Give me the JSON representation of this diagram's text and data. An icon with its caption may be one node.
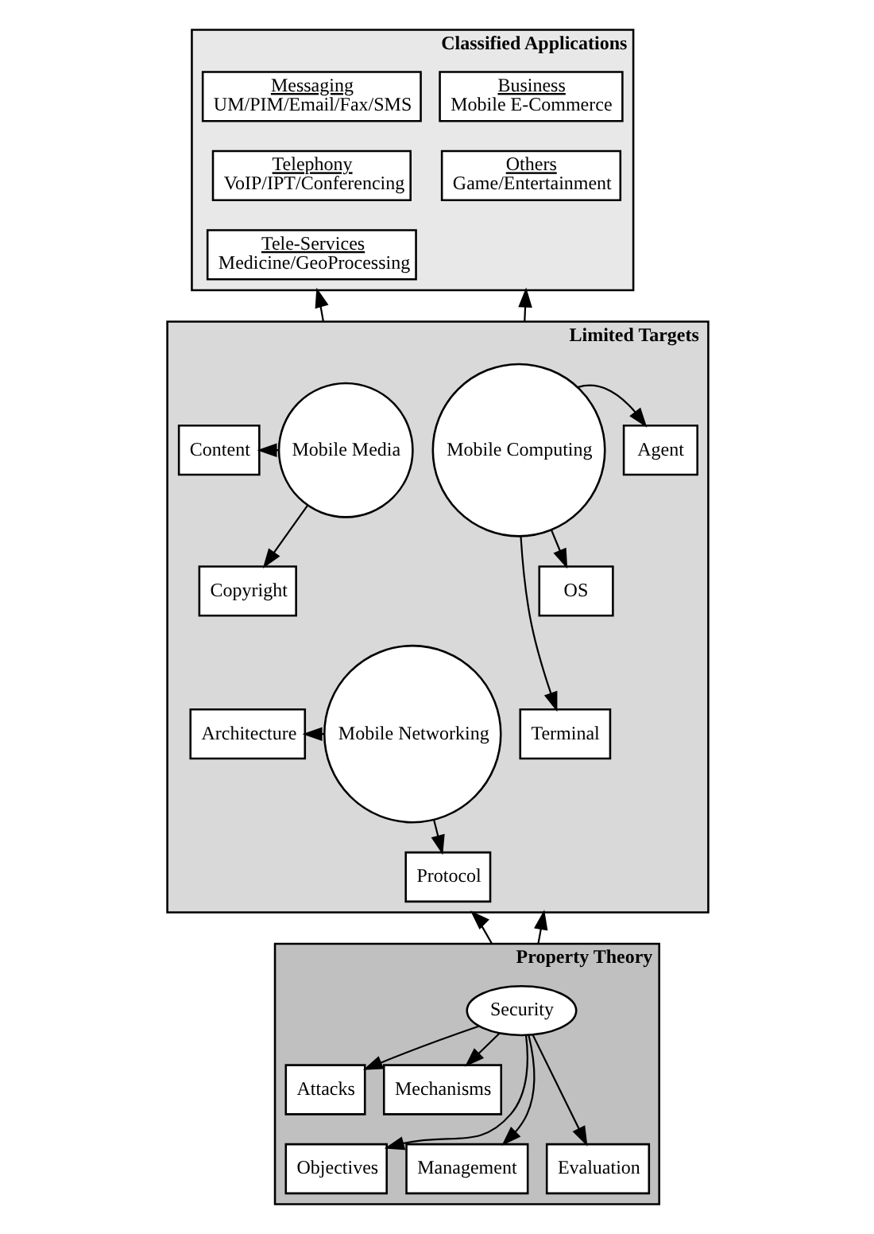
{
  "diagram": {
    "nodes": [
      {
        "text": [
          "Classified Applications"
        ]
      },
      {
        "text": [
          "Messaging",
          "UM/PIM/Email/Fax/SMS"
        ],
        "in": 0
      },
      {
        "text": [
          "Telephony",
          "VoIP/IPT/Conferencing"
        ],
        "in": 0
      },
      {
        "text": [
          "Tele-Services",
          "Medicine/GeoProcessing"
        ],
        "in": 0
      },
      {
        "text": [
          "Business",
          "Mobile E-Commerce"
        ],
        "in": 0
      },
      {
        "text": [
          "Others",
          "Game/Entertainment"
        ],
        "in": 0
      },
      {
        "text": [
          "Limited Targets"
        ]
      },
      {
        "text": [
          "Content"
        ],
        "in": 6
      },
      {
        "text": [
          "Copyright"
        ],
        "in": 6
      },
      {
        "text": [
          "Architecture"
        ],
        "in": 6
      },
      {
        "text": [
          "Protocol"
        ],
        "in": 6
      },
      {
        "text": [
          "Mobile Media"
        ],
        "in": 6
      },
      {
        "text": [
          "Mobile Computing"
        ],
        "in": 6
      },
      {
        "text": [
          "Mobile Networking"
        ],
        "in": 6
      },
      {
        "text": [
          "Agent"
        ],
        "in": 6
      },
      {
        "text": [
          "OS"
        ],
        "in": 6
      },
      {
        "text": [
          "Terminal"
        ],
        "in": 6
      },
      {
        "text": [
          "Property Theory"
        ]
      },
      {
        "text": [
          "Security"
        ],
        "in": 17
      },
      {
        "text": [
          "Attacks"
        ],
        "in": 17
      },
      {
        "text": [
          "Mechanisms"
        ],
        "in": 17
      },
      {
        "text": [
          "Objectives"
        ],
        "in": 17
      },
      {
        "text": [
          "Management"
        ],
        "in": 17
      },
      {
        "text": [
          "Evaluation"
        ],
        "in": 17
      }
    ],
    "edges": [
      {
        "from": 6,
        "to": 0,
        "arrow": "to"
      },
      {
        "from": 6,
        "to": 0,
        "arrow": "to"
      },
      {
        "from": 11,
        "to": 7,
        "arrow": "to"
      },
      {
        "from": 11,
        "to": 8,
        "arrow": "to"
      },
      {
        "from": 13,
        "to": 9,
        "arrow": "to"
      },
      {
        "from": 13,
        "to": 10,
        "arrow": "to"
      },
      {
        "from": 12,
        "to": 14,
        "arrow": "to"
      },
      {
        "from": 12,
        "to": 15,
        "arrow": "to"
      },
      {
        "from": 12,
        "to": 16,
        "arrow": "to"
      },
      {
        "from": 17,
        "to": 6,
        "arrow": "to"
      },
      {
        "from": 17,
        "to": 6,
        "arrow": "to"
      },
      {
        "from": 18,
        "to": 21,
        "arrow": "to"
      },
      {
        "from": 18,
        "to": 19,
        "arrow": "to"
      },
      {
        "from": 18,
        "to": 22,
        "arrow": "to"
      },
      {
        "from": 18,
        "to": 20,
        "arrow": "to"
      },
      {
        "from": 18,
        "to": 23,
        "arrow": "to"
      }
    ]
  }
}
